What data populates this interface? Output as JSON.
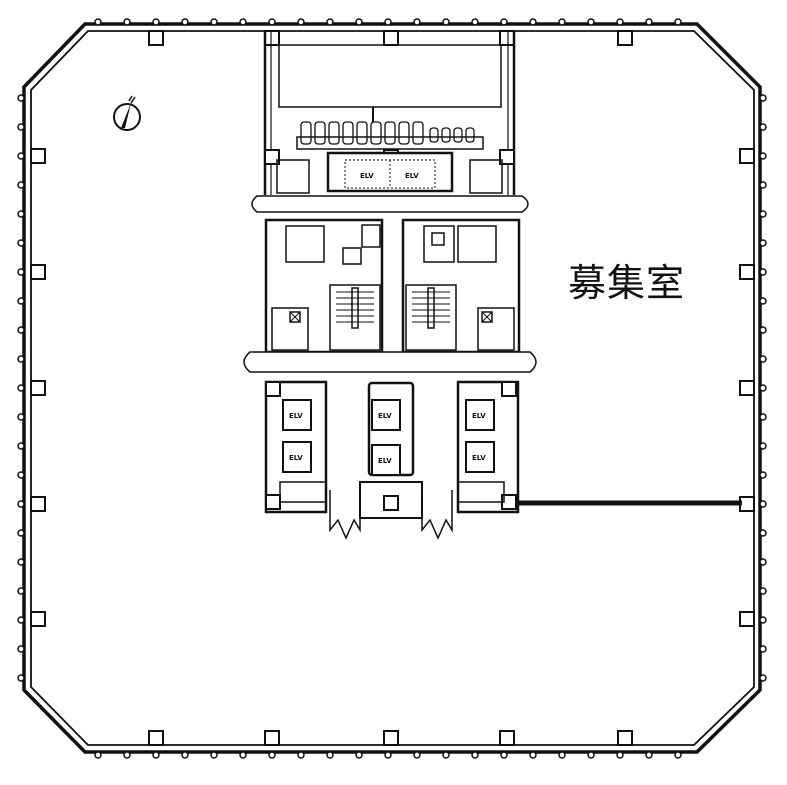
{
  "plan": {
    "title": "募集室",
    "north_icon": "north-arrow-icon",
    "elevator_label": "ELV",
    "elevators_top": [
      "ELV",
      "ELV"
    ],
    "elevators_left_bank": [
      "ELV",
      "ELV"
    ],
    "elevators_center_bank": [
      "ELV",
      "ELV"
    ],
    "elevators_right_bank": [
      "ELV",
      "ELV"
    ],
    "colors": {
      "line": "#111111",
      "background": "#ffffff"
    }
  }
}
